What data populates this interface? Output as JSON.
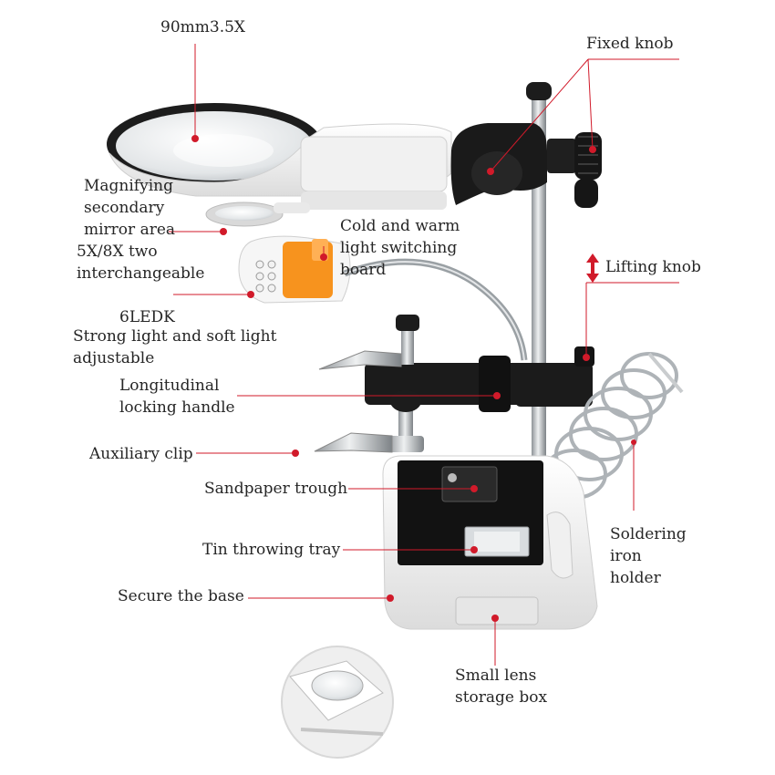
{
  "colors": {
    "annotation": "#d11a2a",
    "background": "#ffffff",
    "body_white": "#f4f4f4",
    "part_black": "#1a1a1a",
    "led_orange": "#f7931e",
    "chrome": "#bfc3c6"
  },
  "labels": {
    "lens_size": "90mm3.5X",
    "fixed_knob": "Fixed knob",
    "secondary_mirror": "Magnifying\nsecondary\nmirror area",
    "interchangeable": "5X/8X two\ninterchangeable",
    "light_switch": "Cold and warm\nlight switching\nboard",
    "lifting_knob": "Lifting knob",
    "led_count": "6LEDK",
    "light_adjustable": "Strong light and soft light\nadjustable",
    "locking_handle": "Longitudinal\nlocking handle",
    "auxiliary_clip": "Auxiliary clip",
    "sandpaper_trough": "Sandpaper trough",
    "tin_tray": "Tin throwing tray",
    "soldering_holder": "Soldering\niron\nholder",
    "secure_base": "Secure the base",
    "storage_box": "Small lens\nstorage box"
  },
  "icons": {
    "lifting_arrow": "up-down-arrow-icon"
  }
}
